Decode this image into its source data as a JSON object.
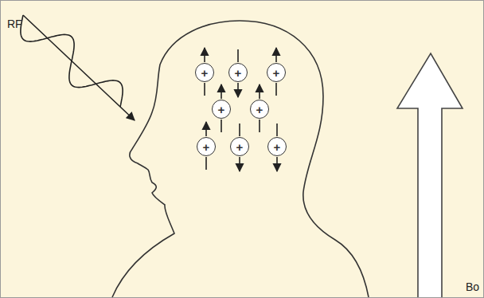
{
  "diagram": {
    "nodes": [
      {
        "text": [
          "+"
        ]
      },
      {
        "text": [
          "+"
        ]
      },
      {
        "text": [
          "+"
        ]
      },
      {
        "text": [
          "+"
        ]
      },
      {
        "text": [
          "+"
        ]
      },
      {
        "text": [
          "+"
        ]
      },
      {
        "text": [
          "+"
        ]
      },
      {
        "text": [
          "+"
        ]
      }
    ],
    "labels": [
      "RF",
      "Bo"
    ]
  }
}
